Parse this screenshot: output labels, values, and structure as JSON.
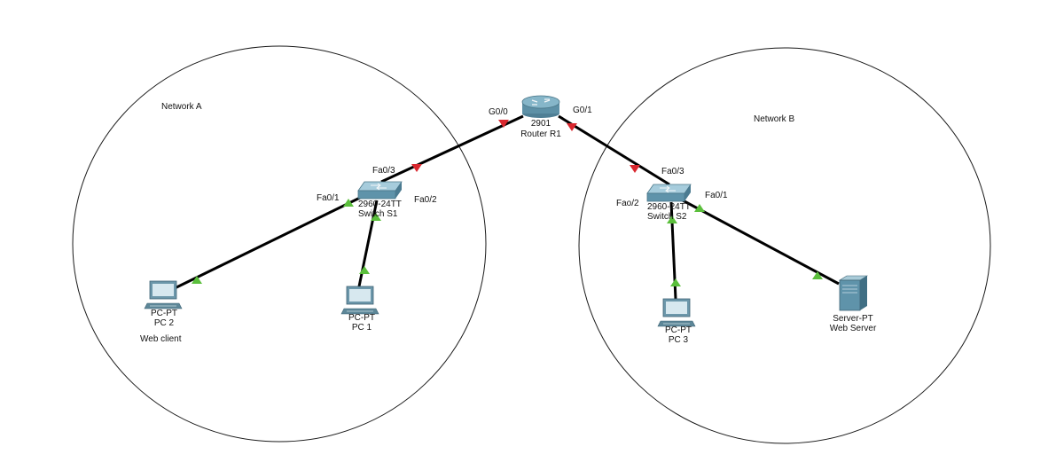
{
  "networks": {
    "a": {
      "label": "Network A",
      "extra_label": "Web client"
    },
    "b": {
      "label": "Network B"
    }
  },
  "router": {
    "model": "2901",
    "name": "Router R1",
    "port_left": "G0/0",
    "port_right": "G0/1"
  },
  "switch_s1": {
    "model": "2960-24TT",
    "name": "Switch S1",
    "port_up": "Fa0/3",
    "port_left": "Fa0/1",
    "port_right": "Fa0/2"
  },
  "switch_s2": {
    "model": "2960-24TT",
    "name": "Switch S2",
    "port_up": "Fa0/3",
    "port_left": "Fao/2",
    "port_right": "Fa0/1"
  },
  "pc2": {
    "type": "PC-PT",
    "name": "PC 2"
  },
  "pc1": {
    "type": "PC-PT",
    "name": "PC 1"
  },
  "pc3": {
    "type": "PC-PT",
    "name": "PC 3"
  },
  "server": {
    "type": "Server-PT",
    "name": "Web Server"
  },
  "link_status": {
    "up_color": "#5bbf3c",
    "down_color": "#d9272e"
  },
  "icons": {
    "router": "router-icon",
    "switch": "switch-icon",
    "pc": "pc-icon",
    "server": "server-icon"
  }
}
